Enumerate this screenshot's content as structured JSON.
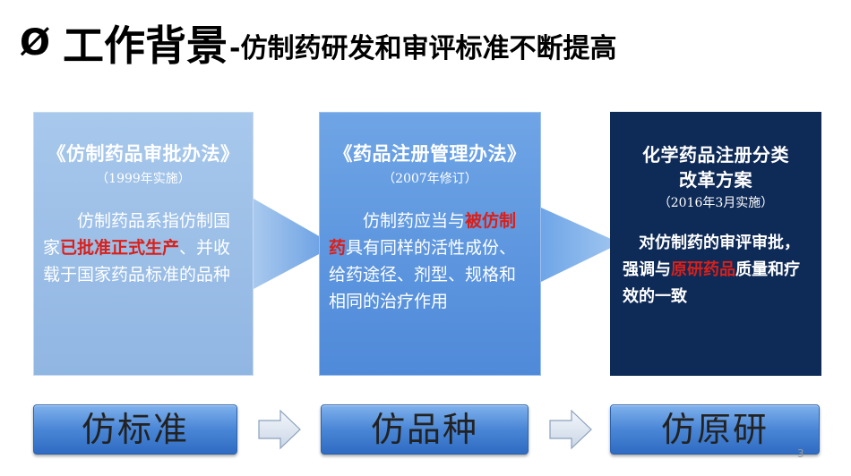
{
  "title": {
    "arrow": "Ø",
    "main": "工作背景",
    "sub": "-仿制药研发和审评标准不断提高"
  },
  "boxes": [
    {
      "head": "《仿制药品审批办法》",
      "year": "（1999年实施）",
      "body_pre": "仿制药品系指仿制国家",
      "body_red": "已批准正式生产",
      "body_post": "、并收载于国家药品标准的品种"
    },
    {
      "head": "《药品注册管理办法》",
      "year": "（2007年修订）",
      "body_pre": "仿制药应当与",
      "body_red": "被仿制药",
      "body_post": "具有同样的活性成份、给药途径、剂型、规格和相同的治疗作用"
    },
    {
      "head_line1": "化学药品注册分类",
      "head_line2": "改革方案",
      "year": "（2016年3月实施）",
      "body_pre": "对仿制药的审评审批，强调与",
      "body_red": "原研药品",
      "body_post": "质量和疗效的一致"
    }
  ],
  "buttons": [
    "仿标准",
    "仿品种",
    "仿原研"
  ],
  "page_number": "3",
  "colors": {
    "box1": "#a8c8ec",
    "box2": "#5b95de",
    "box3": "#0e2a57",
    "highlight": "#d9201a"
  }
}
